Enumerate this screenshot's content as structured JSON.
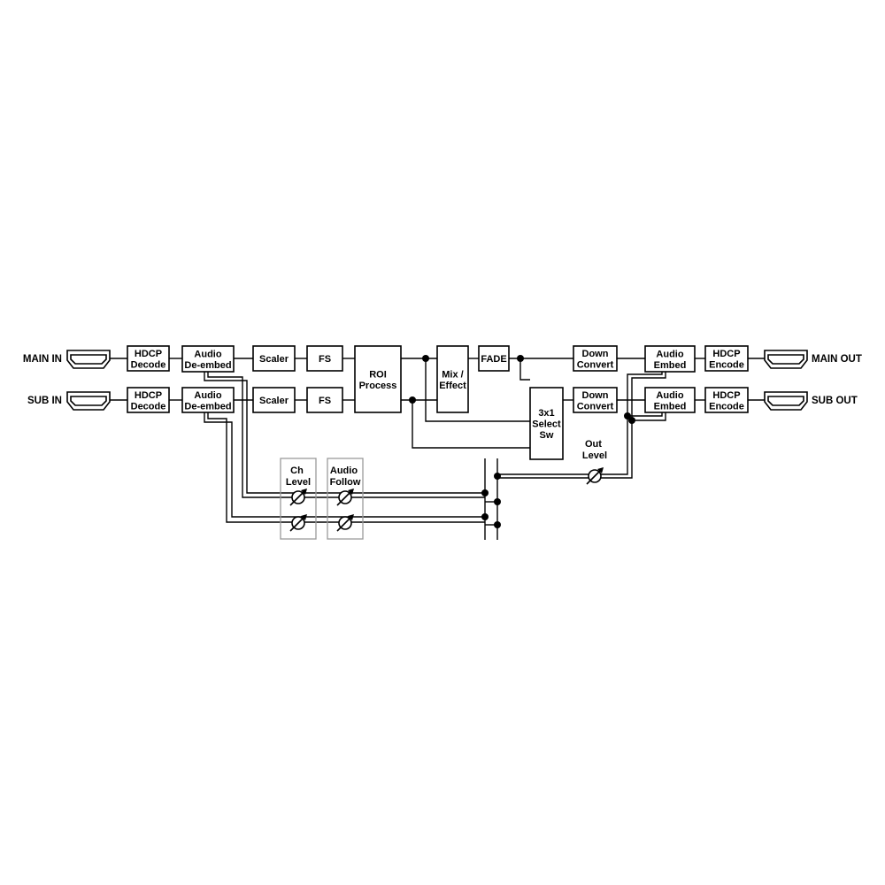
{
  "ports": {
    "main_in": "MAIN IN",
    "sub_in": "SUB IN",
    "main_out": "MAIN OUT",
    "sub_out": "SUB OUT"
  },
  "blocks": {
    "hdcp_decode_main": [
      "HDCP",
      "Decode"
    ],
    "hdcp_decode_sub": [
      "HDCP",
      "Decode"
    ],
    "audio_deembed_main": [
      "Audio",
      "De-embed"
    ],
    "audio_deembed_sub": [
      "Audio",
      "De-embed"
    ],
    "scaler_main": [
      "Scaler"
    ],
    "scaler_sub": [
      "Scaler"
    ],
    "fs_main": [
      "FS"
    ],
    "fs_sub": [
      "FS"
    ],
    "roi_process": [
      "ROI",
      "Process"
    ],
    "mix_effect": [
      "Mix /",
      "Effect"
    ],
    "fade": [
      "FADE"
    ],
    "select_sw": [
      "3x1",
      "Select",
      "Sw"
    ],
    "down_convert_main": [
      "Down",
      "Convert"
    ],
    "down_convert_sub": [
      "Down",
      "Convert"
    ],
    "audio_embed_main": [
      "Audio",
      "Embed"
    ],
    "audio_embed_sub": [
      "Audio",
      "Embed"
    ],
    "hdcp_encode_main": [
      "HDCP",
      "Encode"
    ],
    "hdcp_encode_sub": [
      "HDCP",
      "Encode"
    ]
  },
  "audio_controls": {
    "ch_level": [
      "Ch",
      "Level"
    ],
    "audio_follow": [
      "Audio",
      "Follow"
    ],
    "out_level": [
      "Out",
      "Level"
    ]
  },
  "icons": {
    "hdmi": "hdmi-port-icon",
    "level": "variable-level-icon",
    "junction": "junction-dot"
  },
  "colors": {
    "line": "#000000",
    "group_border": "#9a9a9a",
    "background": "#ffffff"
  }
}
